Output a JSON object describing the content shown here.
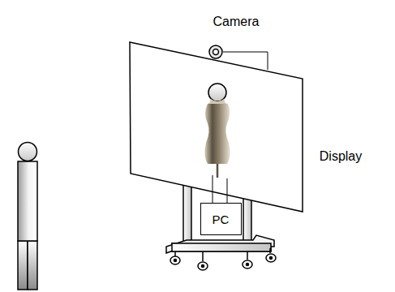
{
  "diagram": {
    "nodes": [
      {
        "text": [
          "PC"
        ]
      }
    ],
    "labels": [
      "Camera",
      "Display"
    ]
  }
}
